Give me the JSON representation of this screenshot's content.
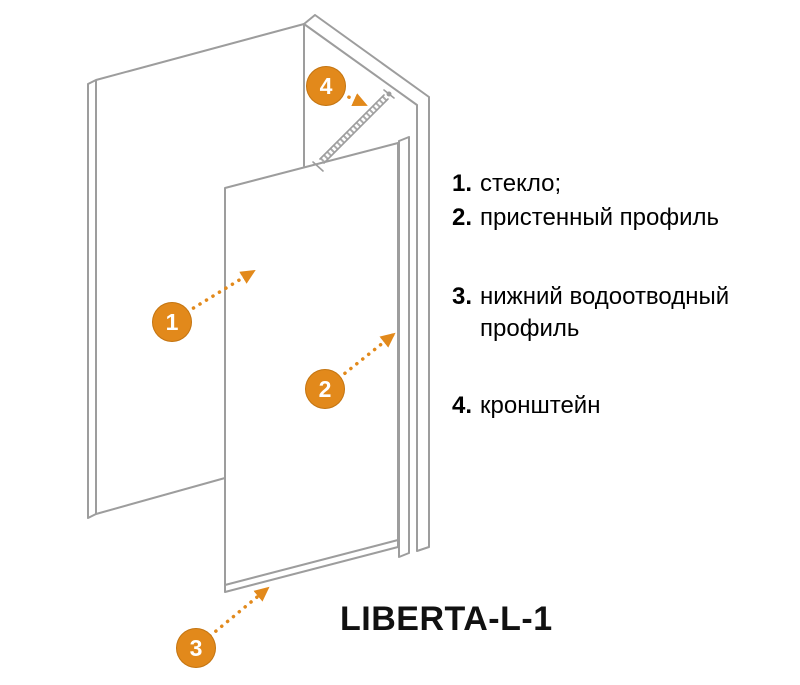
{
  "title": "LIBERTA-L-1",
  "colors": {
    "accent": "#e2891b",
    "line": "#9d9d9d",
    "text": "#000000"
  },
  "badges": [
    "1",
    "2",
    "3",
    "4"
  ],
  "legend": {
    "items": [
      {
        "num": "1.",
        "label": "стекло;"
      },
      {
        "num": "2.",
        "label": "пристенный профиль"
      },
      {
        "num": "3.",
        "label": "нижний водоотводный профиль"
      },
      {
        "num": "4.",
        "label": "кронштейн"
      }
    ]
  }
}
